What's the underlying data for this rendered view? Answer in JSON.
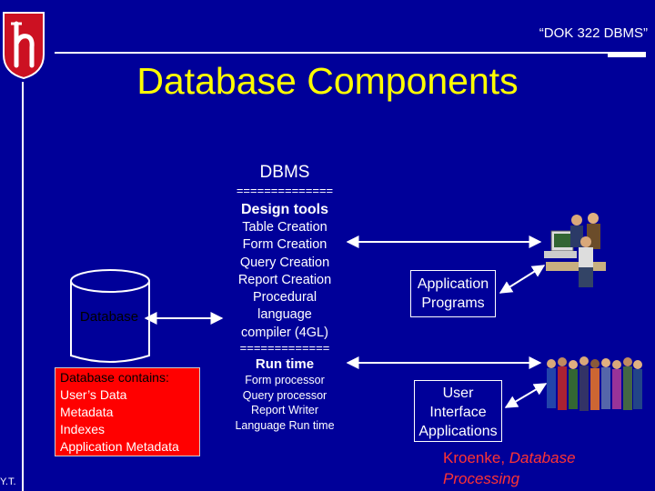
{
  "header": {
    "course": "“DOK 322 DBMS”",
    "title": "Database Components",
    "footer_left": "Y.T."
  },
  "database": {
    "label": "Database",
    "contents_heading": "Database contains:",
    "contents": [
      "User’s Data",
      "Metadata",
      "Indexes",
      "Application Metadata"
    ]
  },
  "dbms": {
    "heading": "DBMS",
    "separator_1": "==============",
    "design_heading": "Design tools",
    "design_items": [
      "Table Creation",
      "Form Creation",
      "Query Creation",
      "Report Creation",
      "Procedural",
      "language",
      "compiler (4GL)"
    ],
    "separator_2": "=============",
    "run_heading": "Run time",
    "run_items": [
      "Form processor",
      "Query processor",
      "Report Writer",
      "Language Run time"
    ]
  },
  "applications": {
    "app_programs": [
      "Application",
      "Programs"
    ],
    "user_interface": [
      "User",
      "Interface",
      "Applications"
    ]
  },
  "credit": {
    "author": "Kroenke, ",
    "book_line1": "Database",
    "book_line2": "Processing"
  },
  "colors": {
    "background": "#000099",
    "title": "#ffff00",
    "contents_box": "#ff0000",
    "credit": "#ff3333"
  },
  "icons": [
    "university-logo-icon",
    "database-cylinder-icon",
    "office-workers-icon",
    "people-crowd-icon"
  ]
}
